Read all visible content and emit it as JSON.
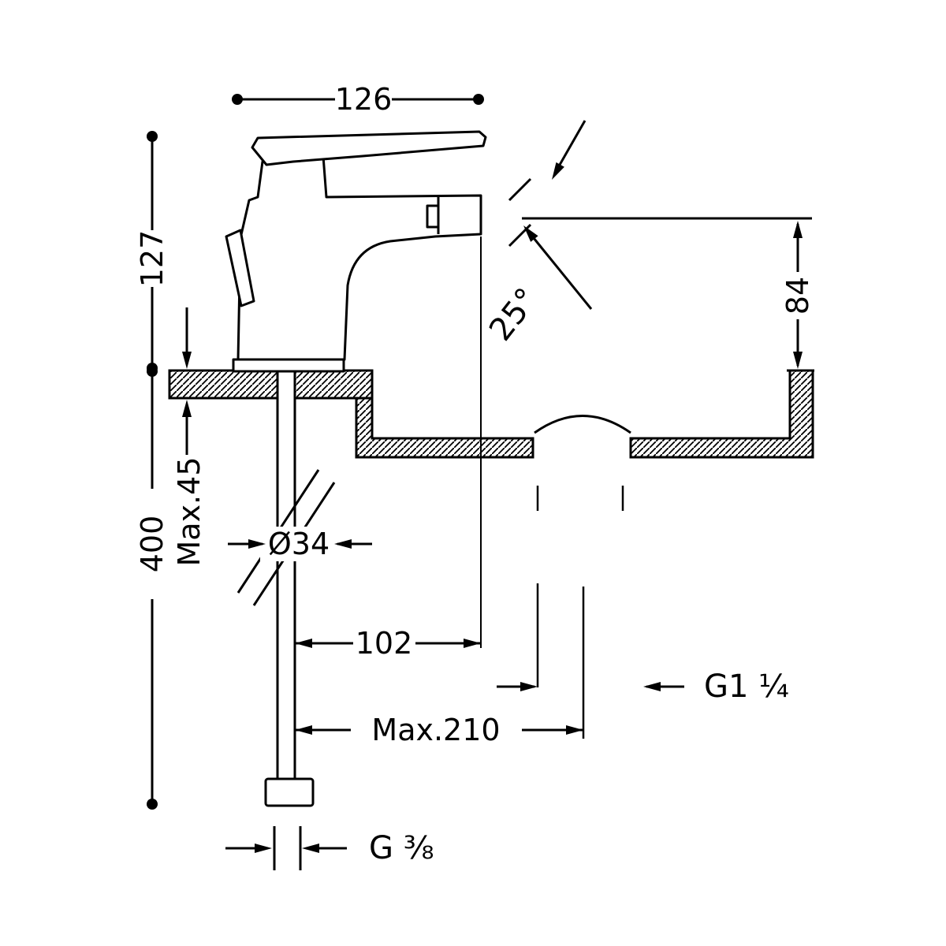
{
  "drawing": {
    "background": "#ffffff",
    "line_color": "#000000",
    "subject": "bidet-mixer-installation-drawing",
    "labels": {
      "dim_width_top": "126",
      "dim_body_height": "127",
      "dim_spout_height": "84",
      "angle_spout": "25°",
      "dim_deck_thickness": "Max.45",
      "dim_hose_length": "400",
      "dim_hole_diameter": "Ø34",
      "dim_outlet_offset": "102",
      "dim_max_reach": "Max.210",
      "thread_drain": "G1 ¼",
      "thread_supply": "G ⅜"
    }
  }
}
